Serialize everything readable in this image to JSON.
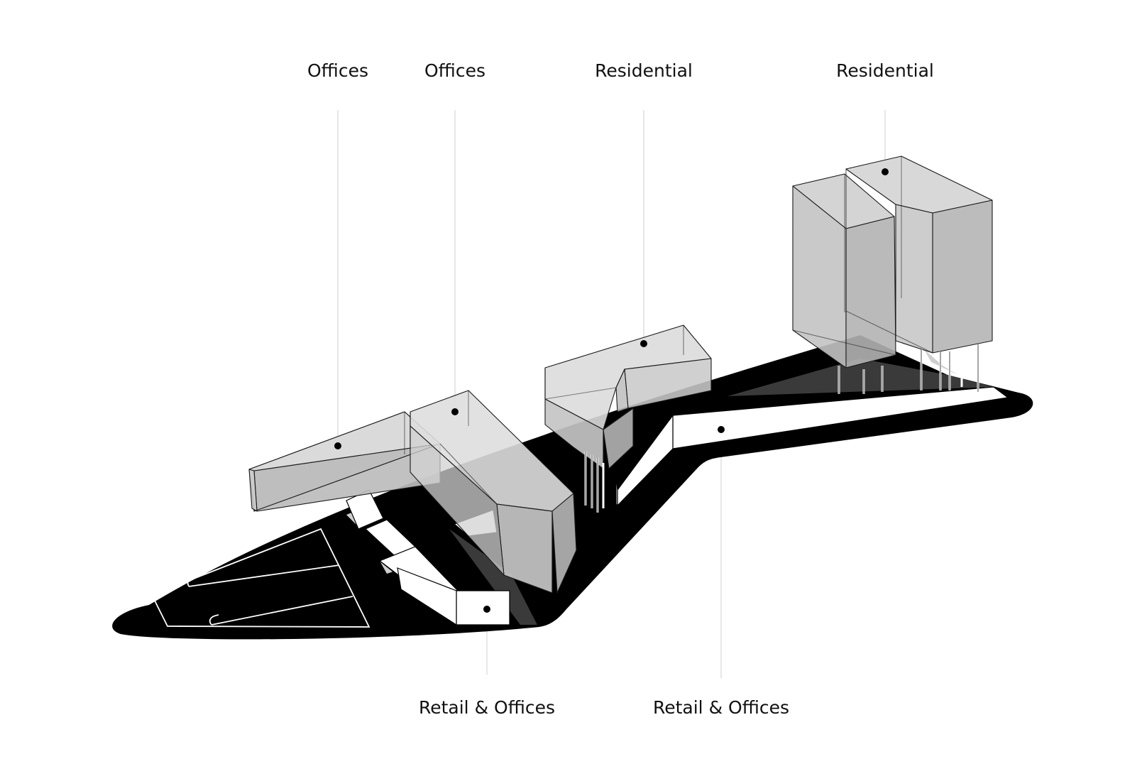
{
  "labels": {
    "top": [
      "Offices",
      "Offices",
      "Residential",
      "Residential"
    ],
    "bottom": [
      "Retail & Offices",
      "Retail & Offices"
    ]
  },
  "colors": {
    "ground": "#000000",
    "volume_face_light": "#d4d4d4",
    "volume_face_mid": "#bdbdbd",
    "volume_face_dark": "#a9a9a9",
    "podium": "#ffffff",
    "shadow": "#2e2e2e",
    "leader_line": "#cccccc"
  }
}
